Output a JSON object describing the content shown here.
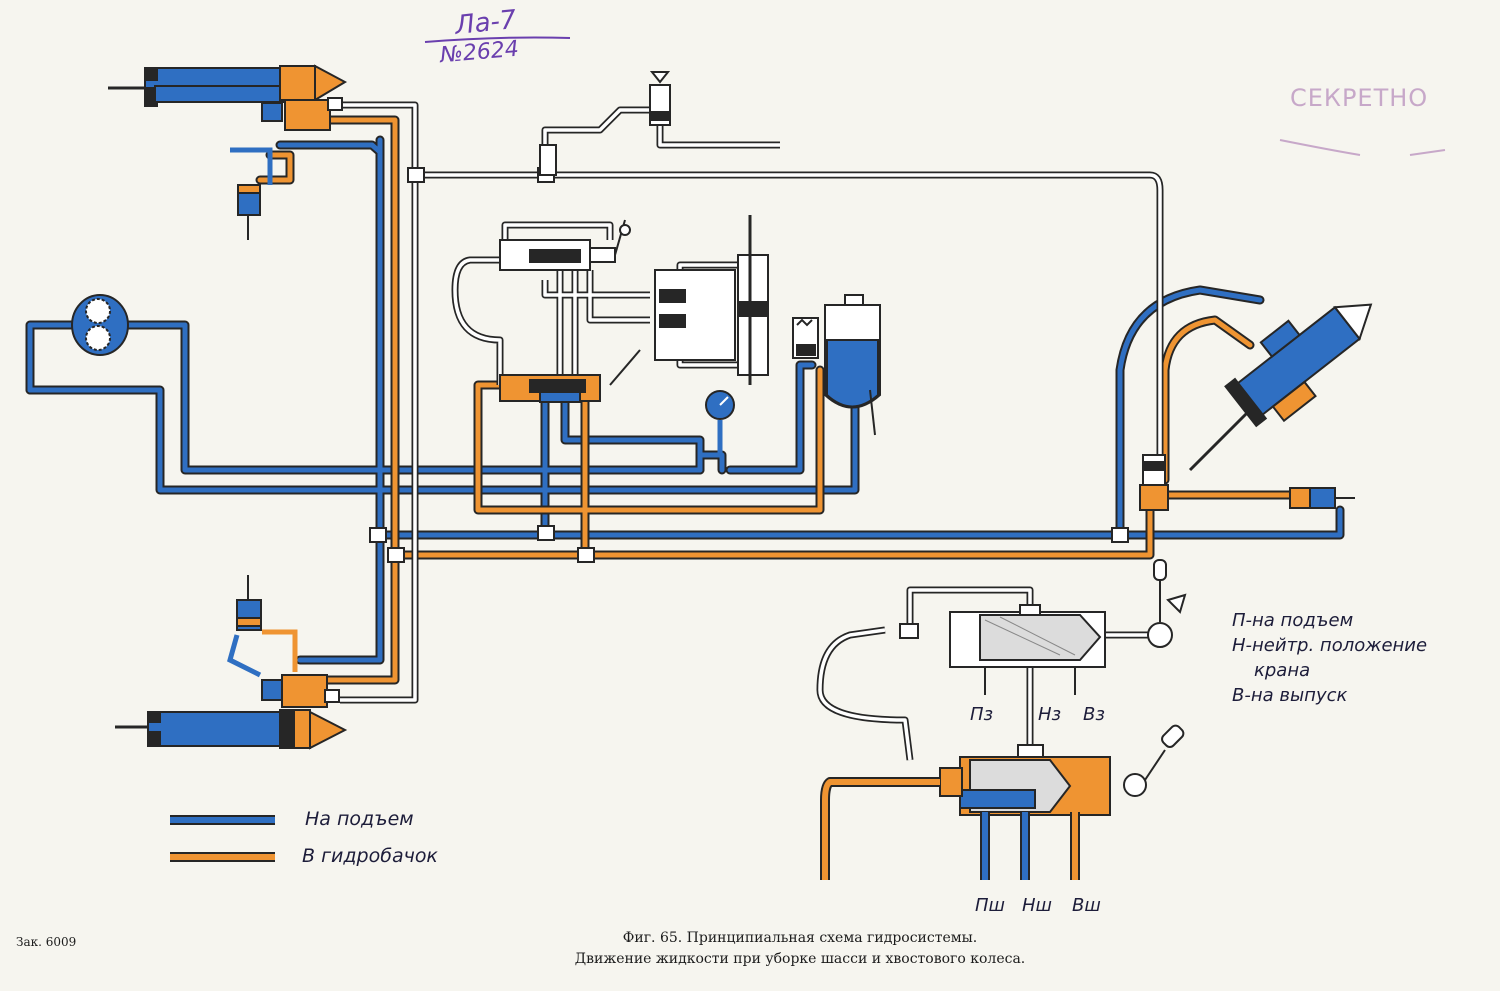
{
  "colors": {
    "lift": "#2f6fc2",
    "return": "#ef9432",
    "neutral": "#ffffff",
    "outline": "#262626",
    "stamp": "#6a3fae"
  },
  "stamps": {
    "top": "Ла-7",
    "number": "№2624",
    "secret": "СЕКРЕТНО"
  },
  "legend": {
    "lift_label": "На подъем",
    "return_label": "В гидробачок"
  },
  "valve_key": {
    "p": "П-на подъем",
    "n_line1": "Н-нейтр. положение",
    "n_line2": "крана",
    "v": "В-на выпуск"
  },
  "ports": {
    "pz": "Пз",
    "nz": "Нз",
    "vz": "Вз",
    "psh": "Пш",
    "nsh": "Нш",
    "vsh": "Вш"
  },
  "caption": {
    "line1": "Фиг. 65. Принципиальная схема гидросистемы.",
    "line2": "Движение жидкости при уборке шасси и хвостового колеса."
  },
  "order_number": "Зак. 6009"
}
